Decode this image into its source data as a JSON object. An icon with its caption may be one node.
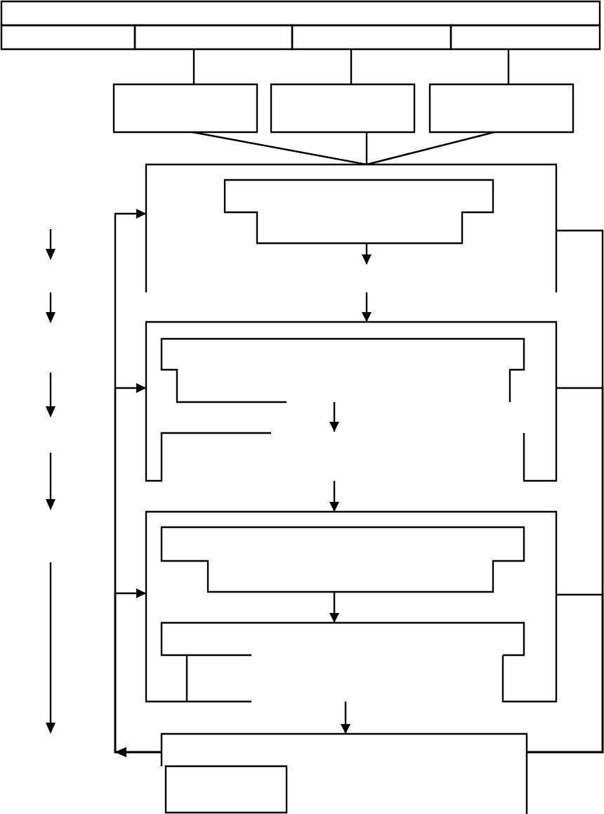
{
  "diagram": {
    "nodes": [
      {
        "text": [],
        "shape": "box"
      },
      {
        "text": [],
        "shape": "box"
      },
      {
        "text": [],
        "shape": "box"
      },
      {
        "text": [],
        "shape": "box"
      },
      {
        "text": [],
        "shape": "box"
      },
      {
        "text": [],
        "shape": "box"
      },
      {
        "text": [],
        "shape": "box"
      },
      {
        "text": [],
        "shape": "box"
      },
      {
        "text": [],
        "shape": "box"
      },
      {
        "text": [],
        "shape": "box",
        "in": 8
      },
      {
        "text": [],
        "shape": "box"
      },
      {
        "text": [],
        "shape": "box",
        "in": 10
      },
      {
        "text": [],
        "shape": "box"
      },
      {
        "text": [],
        "shape": "box",
        "in": 12
      },
      {
        "text": [],
        "shape": "box",
        "in": 12
      },
      {
        "text": [],
        "shape": "box"
      },
      {
        "text": [],
        "shape": "box",
        "in": 15
      }
    ],
    "edges": [
      {
        "from": 2,
        "to": 5,
        "arrow": "none"
      },
      {
        "from": 3,
        "to": 6,
        "arrow": "none"
      },
      {
        "from": 4,
        "to": 7,
        "arrow": "none"
      },
      {
        "from": 5,
        "to": 8,
        "arrow": "none"
      },
      {
        "from": 6,
        "to": 8,
        "arrow": "none"
      },
      {
        "from": 7,
        "to": 8,
        "arrow": "none"
      },
      {
        "from": 9,
        "to": null,
        "arrow": "to"
      },
      {
        "from": 8,
        "to": 10,
        "arrow": "to"
      },
      {
        "from": 11,
        "to": null,
        "arrow": "to"
      },
      {
        "from": 10,
        "to": 12,
        "arrow": "to"
      },
      {
        "from": 13,
        "to": 14,
        "arrow": "to"
      },
      {
        "from": 12,
        "to": 15,
        "arrow": "to"
      },
      {
        "from": 15,
        "to": 8,
        "arrow": "to"
      },
      {
        "from": 15,
        "to": 10,
        "arrow": "to"
      },
      {
        "from": 15,
        "to": 12,
        "arrow": "to"
      },
      {
        "from": 8,
        "to": 15,
        "arrow": "none"
      },
      {
        "from": 10,
        "to": 15,
        "arrow": "none"
      },
      {
        "from": 12,
        "to": 15,
        "arrow": "none"
      }
    ]
  }
}
